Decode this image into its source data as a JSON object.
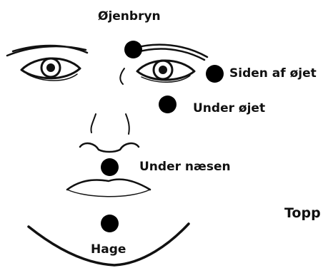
{
  "labels": {
    "eyebrow": "Øjenbryn",
    "side_of_eye": "Siden af øjet",
    "under_eye": "Under øjet",
    "under_nose": "Under næsen",
    "chin": "Hage",
    "top_cut": "Topp"
  },
  "colors": {
    "point": "#000000",
    "line": "#111111",
    "background": "#ffffff"
  }
}
